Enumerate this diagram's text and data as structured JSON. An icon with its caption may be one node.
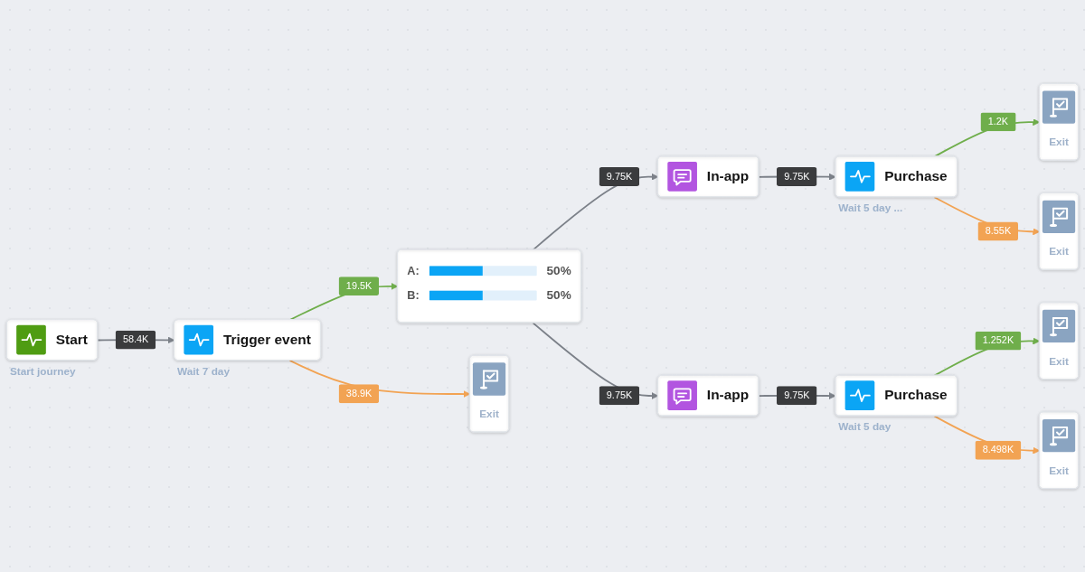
{
  "diagram": {
    "nodes": [
      {
        "text": [
          "Start"
        ],
        "beside": [
          "Start journey"
        ]
      },
      {
        "text": [
          "Trigger event"
        ],
        "beside": [
          "Wait 7 day"
        ]
      },
      {
        "text": [
          "A:",
          "50%",
          "B:",
          "50%"
        ]
      },
      {
        "text": [
          "In-app"
        ]
      },
      {
        "text": [
          "Purchase"
        ],
        "beside": [
          "Wait 5 day ..."
        ]
      },
      {
        "text": [
          "Exit"
        ]
      },
      {
        "text": [
          "Exit"
        ]
      },
      {
        "text": [
          "Exit"
        ]
      },
      {
        "text": [
          "In-app"
        ]
      },
      {
        "text": [
          "Purchase"
        ],
        "beside": [
          "Wait 5 day"
        ]
      },
      {
        "text": [
          "Exit"
        ]
      },
      {
        "text": [
          "Exit"
        ]
      }
    ],
    "edges": [
      {
        "from": 0,
        "to": 1,
        "arrow": "to",
        "label": "58.4K"
      },
      {
        "from": 1,
        "to": 2,
        "arrow": "to",
        "label": "19.5K",
        "color": "#6fae4b"
      },
      {
        "from": 1,
        "to": 7,
        "arrow": "to",
        "label": "38.9K",
        "color": "#f2a353"
      },
      {
        "from": 2,
        "to": 3,
        "arrow": "to",
        "label": "9.75K"
      },
      {
        "from": 2,
        "to": 8,
        "arrow": "to",
        "label": "9.75K"
      },
      {
        "from": 3,
        "to": 4,
        "arrow": "to",
        "label": "9.75K"
      },
      {
        "from": 4,
        "to": 5,
        "arrow": "to",
        "label": "1.2K",
        "color": "#6fae4b"
      },
      {
        "from": 4,
        "to": 6,
        "arrow": "to",
        "label": "8.55K",
        "color": "#f2a353"
      },
      {
        "from": 8,
        "to": 9,
        "arrow": "to",
        "label": "9.75K"
      },
      {
        "from": 9,
        "to": 10,
        "arrow": "to",
        "label": "1.252K",
        "color": "#6fae4b"
      },
      {
        "from": 9,
        "to": 11,
        "arrow": "to",
        "label": "8.498K",
        "color": "#f2a353"
      }
    ]
  }
}
